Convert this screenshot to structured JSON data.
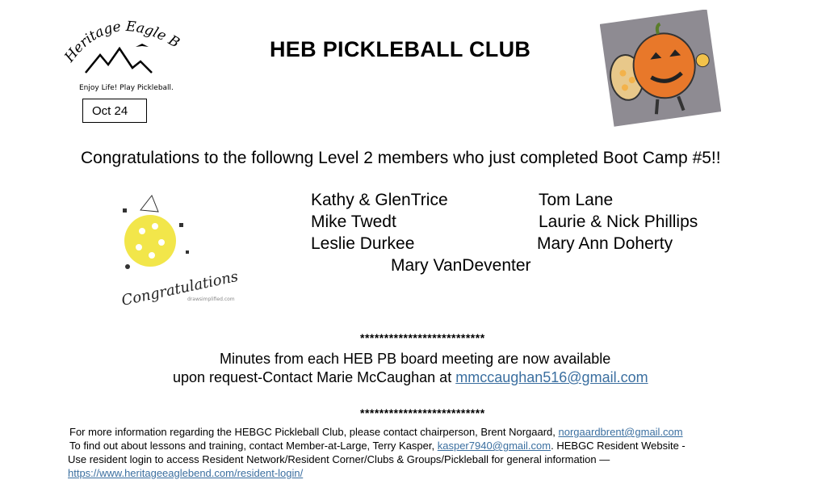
{
  "header": {
    "title": "HEB PICKLEBALL CLUB",
    "date": "Oct 24",
    "logo": {
      "arc_text": "Heritage Eagle Bend",
      "tagline": "Enjoy Life! Play Pickleball."
    }
  },
  "announcement": {
    "text": "Congratulations to the followng Level 2 members who just completed Boot Camp #5!!",
    "names_left": [
      "Kathy & GlenTrice",
      "Mike Twedt",
      "Leslie Durkee"
    ],
    "names_right": [
      "Tom Lane",
      "Laurie & Nick Phillips",
      "Mary Ann Doherty"
    ],
    "name_center": "Mary VanDeventer",
    "art_caption": "Congratulations!",
    "art_credit": "drawsimplified.com"
  },
  "minutes": {
    "divider": "**************************",
    "line1": "Minutes from each HEB PB board meeting are now available",
    "line2_prefix": "upon request-Contact Marie McCaughan at ",
    "email": "mmccaughan516@gmail.com"
  },
  "footer": {
    "line1_prefix": "For more information regarding the HEBGC Pickleball Club, please contact chairperson, Brent Norgaard, ",
    "line1_email": "norgaardbrent@gmail.com",
    "line2_prefix": " To find out about lessons and training, contact Member-at-Large, Terry Kasper, ",
    "line2_email": "kasper7940@gmail.com",
    "line2_suffix": ". HEBGC Resident Website -",
    "line3": "Use resident login to access Resident Network/Resident Corner/Clubs & Groups/Pickleball for general information —",
    "link": "https://www.heritageeaglebend.com/resident-login/"
  },
  "colors": {
    "link": "#3b6fa0",
    "pumpkin": "#e8782a",
    "ball": "#f2e64a",
    "photo_bg": "#8e8b92"
  }
}
